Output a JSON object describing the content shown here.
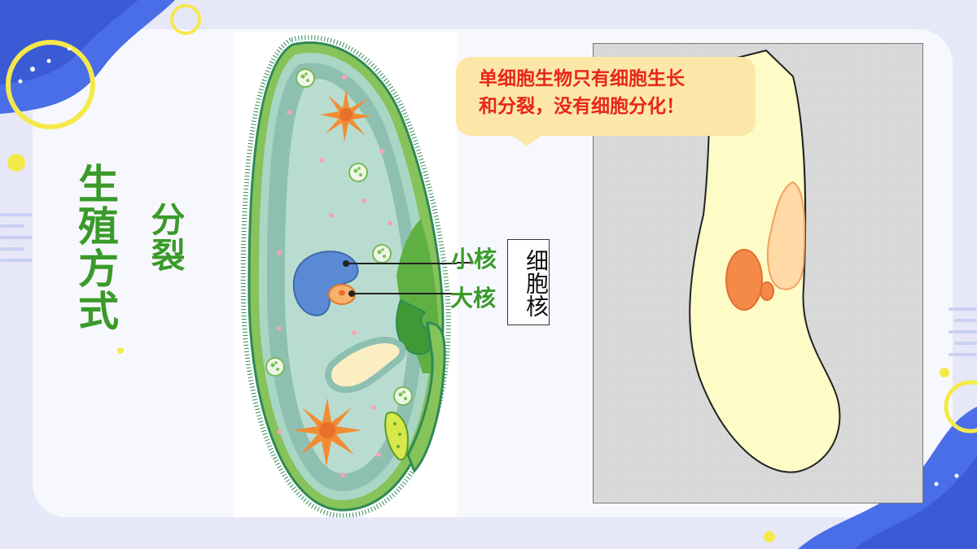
{
  "side_title": "生殖方式",
  "side_subtitle": "分裂",
  "labels": {
    "micronucleus": "小核",
    "macronucleus": "大核",
    "nucleus_group": "细胞核"
  },
  "callout": {
    "line1": "单细胞生物只有细胞生长",
    "line2": "和分裂，没有细胞分化！"
  },
  "colors": {
    "title_green": "#3a9a2a",
    "callout_red": "#e8261c",
    "callout_bg": "#fce7a9",
    "deco_blue": "#4a6ee8",
    "deco_yellow": "#f5e94a"
  }
}
